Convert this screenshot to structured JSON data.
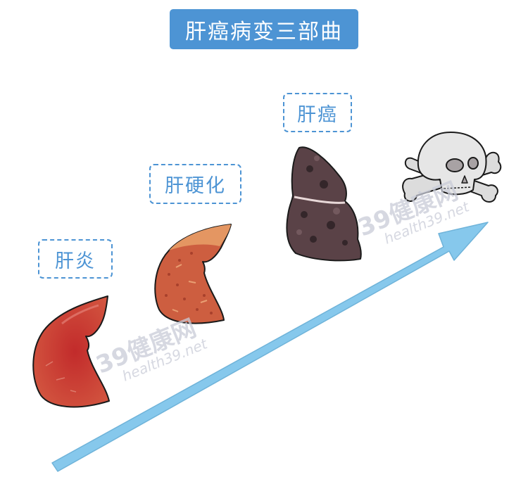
{
  "title": "肝癌病变三部曲",
  "stages": [
    {
      "label": "肝炎",
      "illustration": "inflamed-red-liver-icon",
      "color": "#c93a34"
    },
    {
      "label": "肝硬化",
      "illustration": "cirrhotic-orange-liver-icon",
      "color": "#d26a48"
    },
    {
      "label": "肝癌",
      "illustration": "cancerous-dark-liver-icon",
      "color": "#5a4247"
    }
  ],
  "final_stage": {
    "illustration": "skull-crossbones-icon"
  },
  "arrow": {
    "direction": "up-right",
    "color": "#86c8ec"
  },
  "watermark": {
    "logo": "39健康网",
    "url": "health39.net"
  },
  "colors": {
    "accent": "#4d94d4",
    "arrow": "#86c8ec"
  }
}
